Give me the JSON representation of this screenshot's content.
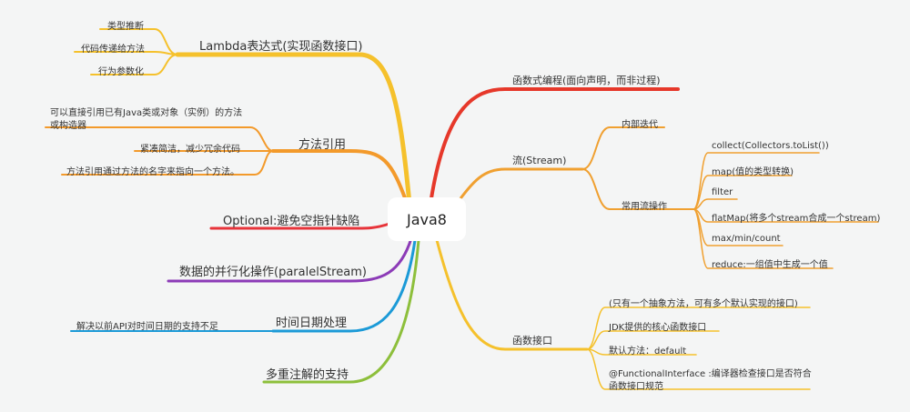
{
  "root": "Java8",
  "colors": {
    "yellow": "#f5c12c",
    "orange": "#f39a2b",
    "red_right": "#e6382a",
    "red_left": "#e7343a",
    "purple": "#8c3bb7",
    "blue": "#1b9ad7",
    "green": "#8dbf3b",
    "stream_orange": "#f0a030",
    "iface_yellow": "#f5c12c"
  },
  "left": {
    "lambda": {
      "label": "Lambda表达式(实现函数接口)",
      "children": [
        "类型推断",
        "代码传递给方法",
        "行为参数化"
      ]
    },
    "method_ref": {
      "label": "方法引用",
      "child1_line1": "可以直接引用已有Java类或对象（实例）的方法",
      "child1_line2": "或构造器",
      "child2": "紧凑简洁，减少冗余代码",
      "child3": "方法引用通过方法的名字来指向一个方法。"
    },
    "optional": {
      "label": "Optional:避免空指针缺陷"
    },
    "parallel": {
      "label": "数据的并行化操作(paralelStream)"
    },
    "datetime": {
      "label": "时间日期处理",
      "child": "解决以前API对时间日期的支持不足"
    },
    "annotation": {
      "label": "多重注解的支持"
    }
  },
  "right": {
    "functional": {
      "label": "函数式编程(面向声明，而非过程)"
    },
    "stream": {
      "label": "流(Stream)",
      "internal": "内部迭代",
      "common_ops": "常用流操作",
      "ops": [
        "collect(Collectors.toList())",
        "map(值的类型转换)",
        "filter",
        "flatMap(将多个stream合成一个stream)",
        "max/min/count",
        "reduce:一组值中生成一个值"
      ]
    },
    "interface": {
      "label": "函数接口",
      "children": [
        "(只有一个抽象方法，可有多个默认实现的接口)",
        "JDK提供的核心函数接口",
        "默认方法：default"
      ],
      "last_line1": "@FunctionalInterface :编译器检查接口是否符合",
      "last_line2": "函数接口规范"
    }
  }
}
